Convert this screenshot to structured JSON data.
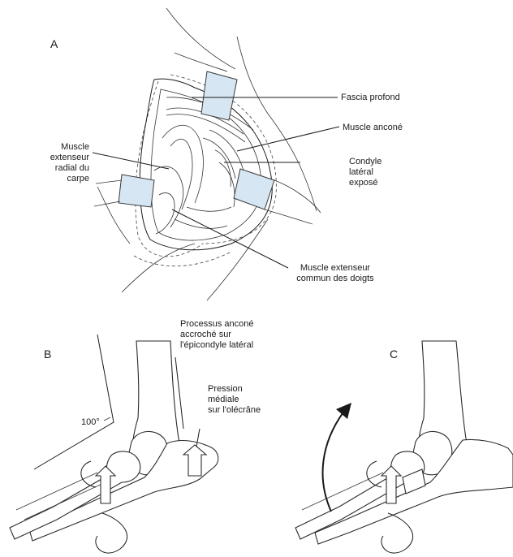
{
  "panels": {
    "a": "A",
    "b": "B",
    "c": "C"
  },
  "labels": {
    "fascia": "Fascia profond",
    "ancone": "Muscle anconé",
    "condyle": [
      "Condyle",
      "latéral",
      "exposé"
    ],
    "extensor_radial": [
      "Muscle",
      "extenseur",
      "radial du",
      "carpe"
    ],
    "extensor_commun": [
      "Muscle extenseur",
      "commun des doigts"
    ],
    "processus": [
      "Processus anconé",
      "accroché sur",
      "l'épicondyle latéral"
    ],
    "pression": [
      "Pression",
      "médiale",
      "sur l'olécrâne"
    ],
    "angle": "100°"
  },
  "colors": {
    "retractor": "#d6e6f2",
    "line": "#1a1a1a"
  },
  "icons": [
    "curved-rotation-arrow",
    "block-arrow"
  ]
}
